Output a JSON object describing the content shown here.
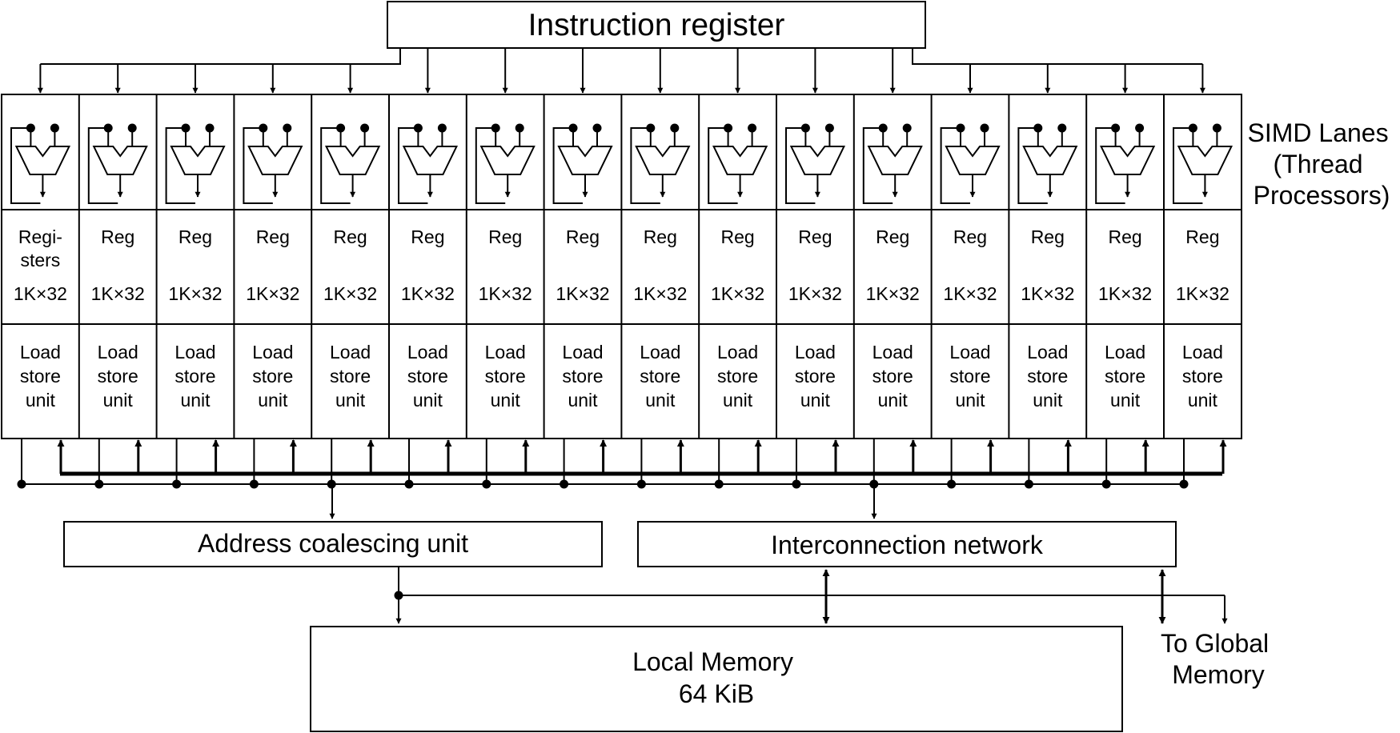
{
  "instruction_register": "Instruction register",
  "simd_label": [
    "SIMD Lanes",
    "(Thread",
    "Processors)"
  ],
  "lanes": [
    {
      "reg": [
        "Regi-",
        "sters"
      ],
      "size": "1K×32",
      "ls": [
        "Load",
        "store",
        "unit"
      ]
    },
    {
      "reg": [
        "Reg"
      ],
      "size": "1K×32",
      "ls": [
        "Load",
        "store",
        "unit"
      ]
    },
    {
      "reg": [
        "Reg"
      ],
      "size": "1K×32",
      "ls": [
        "Load",
        "store",
        "unit"
      ]
    },
    {
      "reg": [
        "Reg"
      ],
      "size": "1K×32",
      "ls": [
        "Load",
        "store",
        "unit"
      ]
    },
    {
      "reg": [
        "Reg"
      ],
      "size": "1K×32",
      "ls": [
        "Load",
        "store",
        "unit"
      ]
    },
    {
      "reg": [
        "Reg"
      ],
      "size": "1K×32",
      "ls": [
        "Load",
        "store",
        "unit"
      ]
    },
    {
      "reg": [
        "Reg"
      ],
      "size": "1K×32",
      "ls": [
        "Load",
        "store",
        "unit"
      ]
    },
    {
      "reg": [
        "Reg"
      ],
      "size": "1K×32",
      "ls": [
        "Load",
        "store",
        "unit"
      ]
    },
    {
      "reg": [
        "Reg"
      ],
      "size": "1K×32",
      "ls": [
        "Load",
        "store",
        "unit"
      ]
    },
    {
      "reg": [
        "Reg"
      ],
      "size": "1K×32",
      "ls": [
        "Load",
        "store",
        "unit"
      ]
    },
    {
      "reg": [
        "Reg"
      ],
      "size": "1K×32",
      "ls": [
        "Load",
        "store",
        "unit"
      ]
    },
    {
      "reg": [
        "Reg"
      ],
      "size": "1K×32",
      "ls": [
        "Load",
        "store",
        "unit"
      ]
    },
    {
      "reg": [
        "Reg"
      ],
      "size": "1K×32",
      "ls": [
        "Load",
        "store",
        "unit"
      ]
    },
    {
      "reg": [
        "Reg"
      ],
      "size": "1K×32",
      "ls": [
        "Load",
        "store",
        "unit"
      ]
    },
    {
      "reg": [
        "Reg"
      ],
      "size": "1K×32",
      "ls": [
        "Load",
        "store",
        "unit"
      ]
    },
    {
      "reg": [
        "Reg"
      ],
      "size": "1K×32",
      "ls": [
        "Load",
        "store",
        "unit"
      ]
    }
  ],
  "address_coalescing_unit": "Address coalescing unit",
  "interconnection_network": "Interconnection network",
  "local_memory": [
    "Local Memory",
    "64 KiB"
  ],
  "global_memory": [
    "To Global",
    "Memory"
  ]
}
